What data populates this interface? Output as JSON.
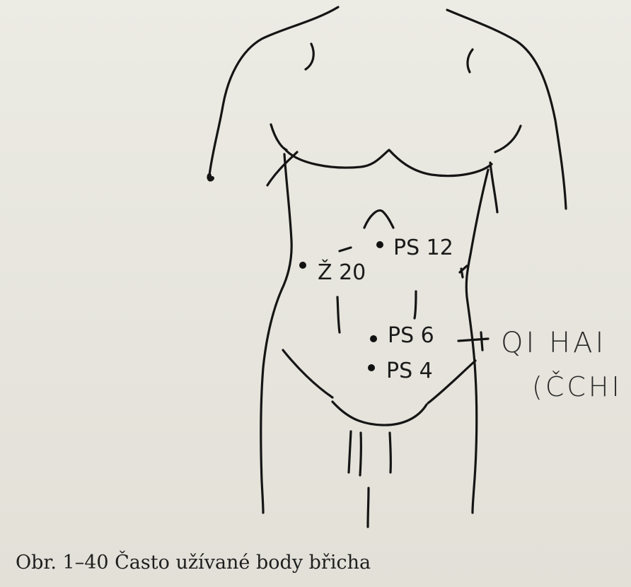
{
  "points": {
    "ps12": "PS 12",
    "z20": "Ž 20",
    "ps6": "PS 6",
    "ps4": "PS 4"
  },
  "handwritten": {
    "line1": "QI HAI",
    "line2": "(ČCHI"
  },
  "caption": "Obr. 1–40 Často užívané body břicha",
  "colors": {
    "paper": "#e9e7df",
    "ink": "#1b1b1b"
  }
}
